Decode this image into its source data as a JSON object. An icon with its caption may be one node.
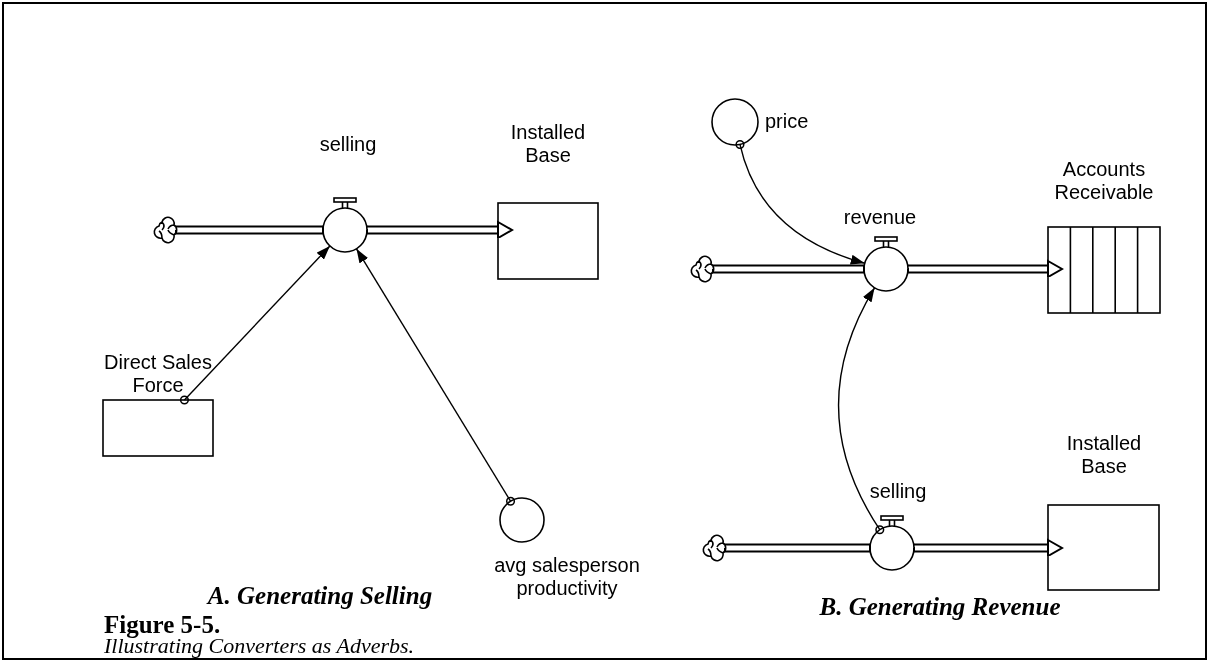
{
  "diagram": {
    "title": "Figure 5-5.",
    "caption": "Illustrating Converters as Adverbs.",
    "nodes": [
      {
        "text": [],
        "shape": "cloud"
      },
      {
        "text": [
          "selling"
        ]
      },
      {
        "text": [
          "Installed Base"
        ]
      },
      {
        "text": [
          "Direct Sales Force"
        ]
      },
      {
        "text": [
          "avg salesperson productivity"
        ]
      },
      {
        "text": [
          "price"
        ]
      },
      {
        "text": [],
        "shape": "cloud"
      },
      {
        "text": [
          "revenue"
        ]
      },
      {
        "text": [
          "Accounts Receivable"
        ]
      },
      {
        "text": [],
        "shape": "cloud"
      },
      {
        "text": [
          "selling"
        ]
      },
      {
        "text": [
          "Installed Base"
        ]
      }
    ],
    "edges": [
      {
        "from": 0,
        "to": 1,
        "arrow": "none"
      },
      {
        "from": 1,
        "to": 2,
        "arrow": "to"
      },
      {
        "from": 3,
        "to": 1,
        "arrow": "to"
      },
      {
        "from": 4,
        "to": 1,
        "arrow": "to"
      },
      {
        "from": 6,
        "to": 7,
        "arrow": "none"
      },
      {
        "from": 7,
        "to": 8,
        "arrow": "to"
      },
      {
        "from": 5,
        "to": 7,
        "arrow": "to"
      },
      {
        "from": 10,
        "to": 7,
        "arrow": "to"
      },
      {
        "from": 9,
        "to": 10,
        "arrow": "none"
      },
      {
        "from": 10,
        "to": 11,
        "arrow": "to"
      }
    ],
    "labels": [
      "A. Generating Selling",
      "B. Generating Revenue"
    ]
  }
}
